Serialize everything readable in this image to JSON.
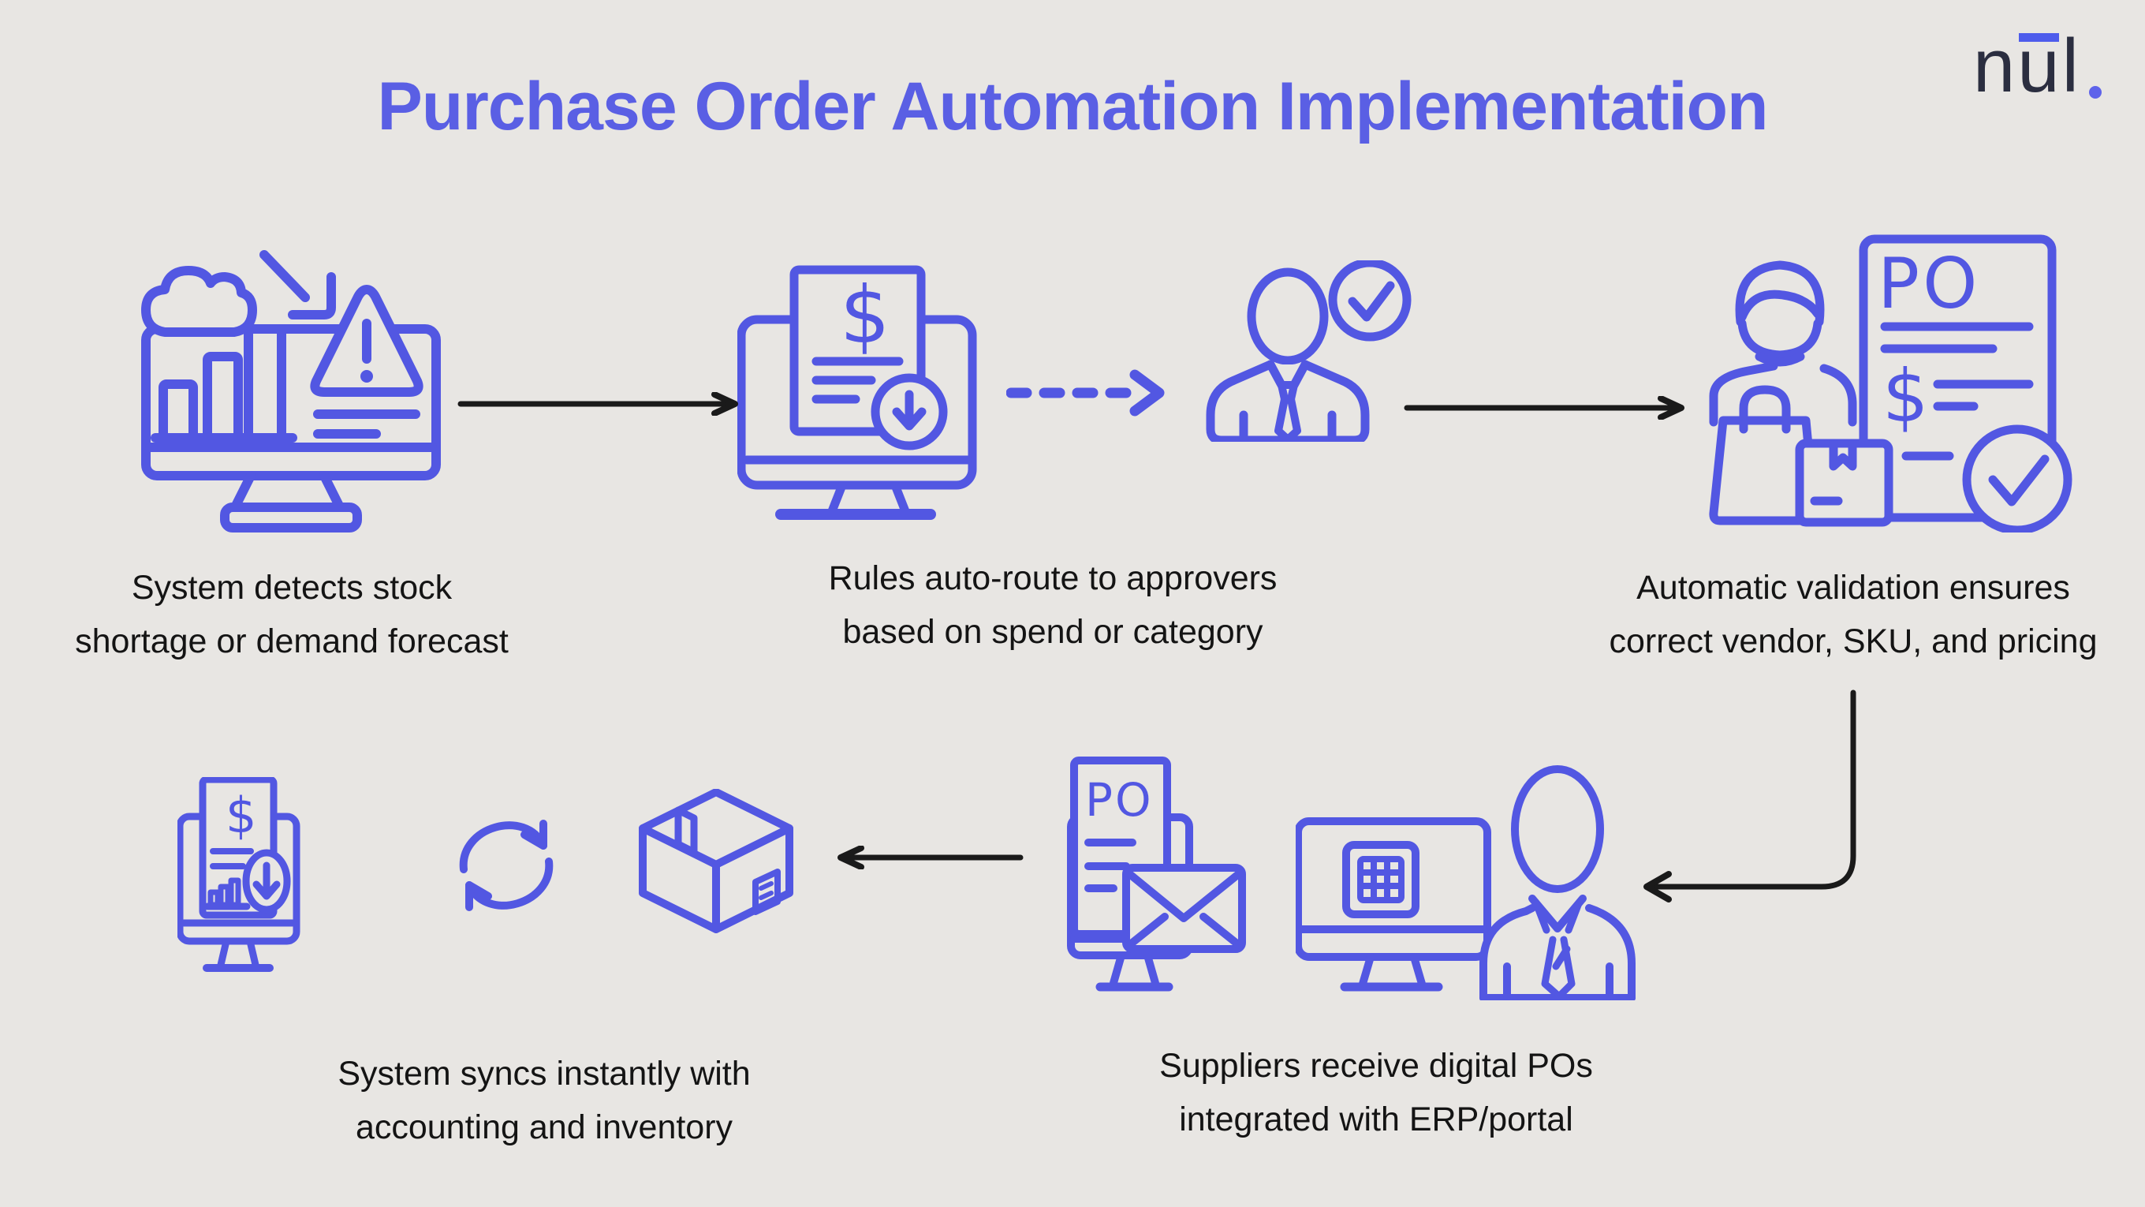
{
  "colors": {
    "background": "#e8e6e3",
    "icon_blue": "#5257e2",
    "title_blue": "#5a5fe4",
    "arrow_black": "#1a1a1a",
    "caption_black": "#141414",
    "logo_dark": "#2b2e40",
    "logo_accent_bar": "#4e5cec",
    "logo_accent_dot": "#5f63ea"
  },
  "header": {
    "title": "Purchase Order Automation Implementation"
  },
  "logo": {
    "letter_1": "n",
    "letter_2": "u",
    "letter_3": "l"
  },
  "stages": [
    {
      "name": "detect-shortage",
      "caption_line1": "System detects stock",
      "caption_line2": "shortage or demand forecast"
    },
    {
      "name": "auto-route",
      "caption_line1": "Rules auto-route to approvers",
      "caption_line2": "based on spend or category"
    },
    {
      "name": "auto-validate",
      "caption_line1": "Automatic validation ensures",
      "caption_line2": "correct vendor, SKU, and pricing"
    },
    {
      "name": "supplier-receive",
      "caption_line1": "Suppliers receive digital POs",
      "caption_line2": "integrated with ERP/portal"
    },
    {
      "name": "system-sync",
      "caption_line1": "System syncs instantly with",
      "caption_line2": "accounting and inventory"
    }
  ],
  "icon_text": {
    "po": "PO",
    "dollar": "$"
  }
}
